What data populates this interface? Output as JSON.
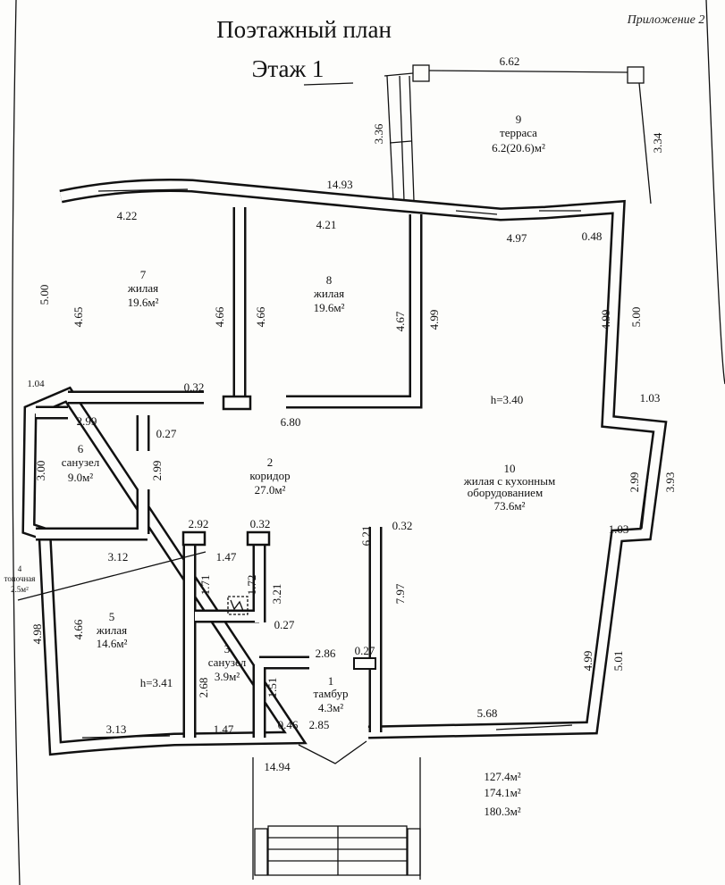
{
  "header": {
    "title": "Поэтажный план",
    "floor": "Этаж 1",
    "appendix": "Приложение 2"
  },
  "rooms": [
    {
      "num": "1",
      "name": "тамбур",
      "area": "4.3м²"
    },
    {
      "num": "2",
      "name": "коридор",
      "area": "27.0м²"
    },
    {
      "num": "3",
      "name": "санузел",
      "area": "3.9м²"
    },
    {
      "num": "4",
      "name": "топочная",
      "area": "2.5м²"
    },
    {
      "num": "5",
      "name": "жилая",
      "area": "14.6м²"
    },
    {
      "num": "6",
      "name": "санузел",
      "area": "9.0м²"
    },
    {
      "num": "7",
      "name": "жилая",
      "area": "19.6м²"
    },
    {
      "num": "8",
      "name": "жилая",
      "area": "19.6м²"
    },
    {
      "num": "9",
      "name": "терраса",
      "area": "6.2(20.6)м²"
    },
    {
      "num": "10",
      "name": "жилая с кухонным",
      "name2": "оборудованием",
      "area": "73.6м²"
    }
  ],
  "heights": [
    "h=3.40",
    "h=3.41"
  ],
  "totals": [
    "127.4м²",
    "174.1м²",
    "180.3м²"
  ],
  "dims": [
    "6.62",
    "3.36",
    "3.34",
    "14.93",
    "4.22",
    "4.21",
    "4.97",
    "0.48",
    "5.00",
    "4.65",
    "4.66",
    "4.66",
    "4.67",
    "4.99",
    "4.99",
    "5.00",
    "0.32",
    "1.03",
    "1.04",
    "2.99",
    "6.80",
    "0.27",
    "3.00",
    "2.99",
    "2.99",
    "3.93",
    "2.92",
    "0.32",
    "6.21",
    "0.32",
    "1.03",
    "3.12",
    "1.47",
    "7.97",
    "1.71",
    "1.72",
    "3.21",
    "0.27",
    "4.66",
    "4.98",
    "2.86",
    "0.27",
    "2.68",
    "1.51",
    "4.99",
    "5.01",
    "5.68",
    "3.13",
    "1.47",
    "0.46",
    "2.85",
    "14.94"
  ]
}
